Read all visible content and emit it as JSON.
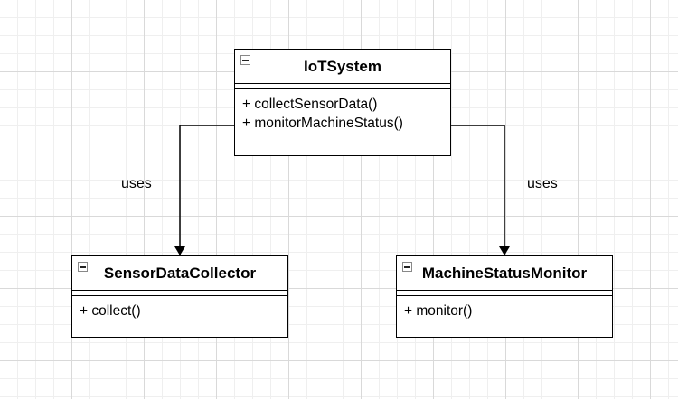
{
  "diagram": {
    "classes": [
      {
        "id": "iotsystem",
        "name": "IoTSystem",
        "methods": [
          "+ collectSensorData()",
          "+ monitorMachineStatus()"
        ]
      },
      {
        "id": "sensordatacollector",
        "name": "SensorDataCollector",
        "methods": [
          "+ collect()"
        ]
      },
      {
        "id": "machinestatusmonitor",
        "name": "MachineStatusMonitor",
        "methods": [
          "+ monitor()"
        ]
      }
    ],
    "edges": [
      {
        "from": "iotsystem",
        "to": "sensordatacollector",
        "label": "uses"
      },
      {
        "from": "iotsystem",
        "to": "machinestatusmonitor",
        "label": "uses"
      }
    ],
    "colors": {
      "stroke": "#000000",
      "grid": "#d9d9d9",
      "fill": "#ffffff"
    }
  }
}
